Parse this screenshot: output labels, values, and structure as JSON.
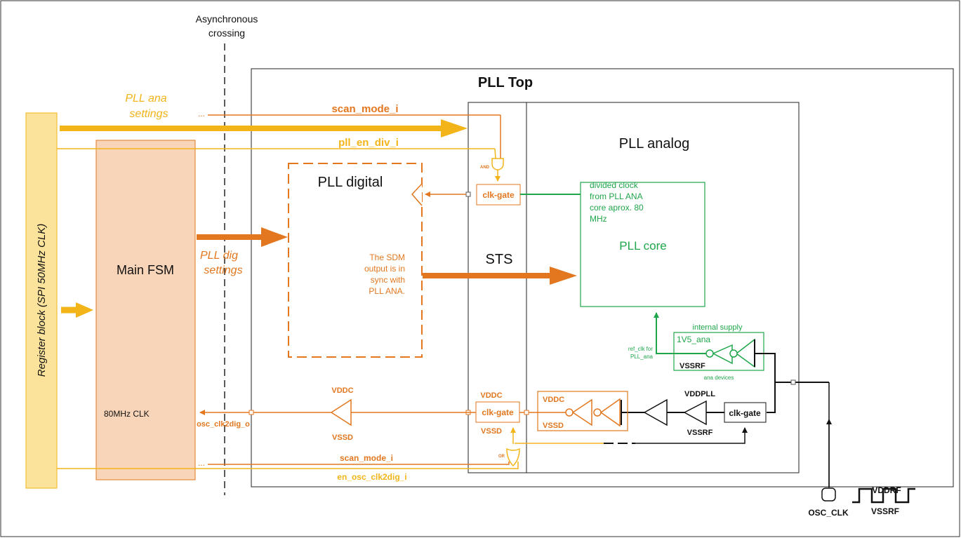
{
  "async_crossing": {
    "line1": "Asynchronous",
    "line2": "crossing"
  },
  "register_block": "Register block (SPI 50MHz CLK)",
  "main_fsm": {
    "title": "Main FSM",
    "clock": "80MHz CLK"
  },
  "pll_top": {
    "title": "PLL Top"
  },
  "pll_analog": {
    "title": "PLL analog"
  },
  "pll_digital": {
    "title": "PLL digital",
    "note": [
      "The SDM",
      "output is in",
      "sync with",
      "PLL ANA."
    ]
  },
  "pll_core": {
    "title": "PLL core",
    "note": [
      "divided clock",
      "from PLL ANA",
      "core aprox. 80",
      "MHz"
    ]
  },
  "signals": {
    "pll_ana_settings": [
      "PLL ana",
      "settings"
    ],
    "pll_dig_settings": [
      "PLL dig",
      "settings"
    ],
    "scan_mode_top": "scan_mode_i",
    "scan_mode_bottom": "scan_mode_i",
    "pll_en_div": "pll_en_div_i",
    "en_osc": "en_osc_clk2dig_i",
    "osc_clk2dig": "osc_clk2dig_o",
    "sts": "STS",
    "ellipsis": "..."
  },
  "gates": {
    "and_label": "AND",
    "or_label": "OR",
    "clk_gate": "clk-gate"
  },
  "supplies": {
    "vddc": "VDDC",
    "vssd": "VSSD",
    "vddpll": "VDDPLL",
    "vssrf": "VSSRF",
    "vddrf": "VDDRF",
    "internal_supply": "internal supply",
    "v1v5_ana": "1V5_ana",
    "ana_devices": "ana devices",
    "ref_clk": [
      "ref_clk for",
      "PLL_ana"
    ]
  },
  "osc_clk": "OSC_CLK",
  "colors": {
    "orange": "#e2771f",
    "yellow": "#f2b418",
    "green": "#1fa64a",
    "fsm_fill": "#f8d4b8",
    "fsm_stroke": "#e2771f",
    "reg_fill": "#fbe39b",
    "reg_stroke": "#f2b418"
  }
}
